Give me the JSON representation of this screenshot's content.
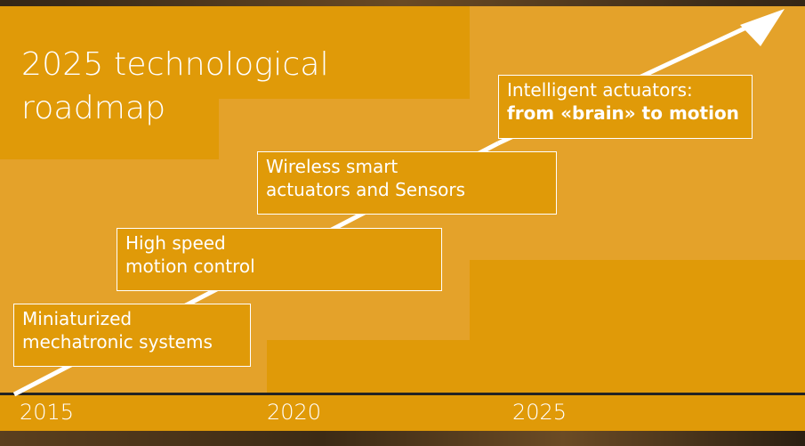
{
  "title": {
    "line1": "2025 technological",
    "line2": "roadmap"
  },
  "milestones": [
    {
      "line1": "Miniaturized",
      "line2": "mechatronic systems"
    },
    {
      "line1": "High speed",
      "line2": "motion control"
    },
    {
      "line1": "Wireless smart",
      "line2": "actuators and Sensors"
    },
    {
      "line1": "Intelligent actuators:",
      "line2": "from «brain» to motion"
    }
  ],
  "timeline": {
    "years": [
      "2015",
      "2020",
      "2025"
    ]
  },
  "colors": {
    "accent": "#e09a08",
    "panel": "#e4a22a",
    "text": "#ffffff",
    "baseline": "#232323"
  },
  "icons": {
    "trend": "arrow-up-right-icon"
  }
}
